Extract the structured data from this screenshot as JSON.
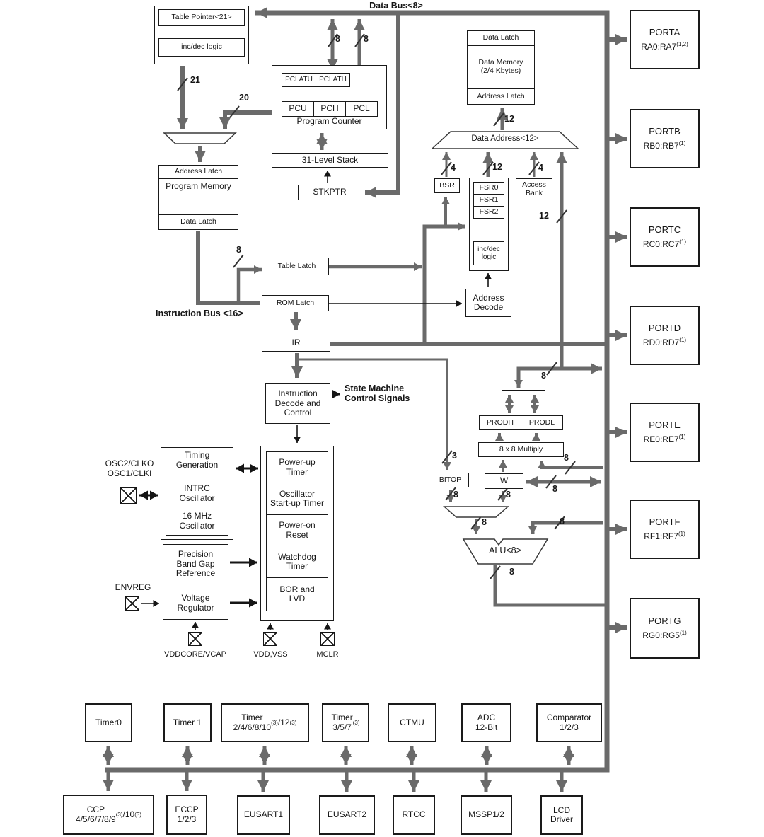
{
  "buses": {
    "data_bus": "Data Bus<8>",
    "instruction_bus": "Instruction Bus <16>"
  },
  "colors": {
    "wire_gray": "#6a6a6a",
    "line_black": "#151515"
  },
  "cpu": {
    "table_pointer": "Table Pointer<21>",
    "inc_dec_logic": "inc/dec logic",
    "pclatu": "PCLATU",
    "pclath": "PCLATH",
    "pcu": "PCU",
    "pch": "PCH",
    "pcl": "PCL",
    "program_counter": "Program Counter",
    "stack": "31-Level Stack",
    "stkptr": "STKPTR",
    "address_latch": "Address Latch",
    "program_memory": "Program Memory",
    "data_latch": "Data Latch",
    "table_latch": "Table Latch",
    "rom_latch": "ROM Latch",
    "ir": "IR",
    "instruction_decode": "Instruction\nDecode and\nControl",
    "state_machine": "State Machine\nControl Signals"
  },
  "data_memory": {
    "data_latch": "Data Latch",
    "memory": "Data Memory\n(2/4 Kbytes)",
    "address_latch": "Address Latch",
    "data_address": "Data Address<12>",
    "bsr": "BSR",
    "fsr0": "FSR0",
    "fsr1": "FSR1",
    "fsr2": "FSR2",
    "inc_dec_logic": "inc/dec\nlogic",
    "access_bank": "Access\nBank",
    "address_decode": "Address\nDecode"
  },
  "alu_block": {
    "prodh": "PRODH",
    "prodl": "PRODL",
    "multiply": "8 x 8 Multiply",
    "bitop": "BITOP",
    "w": "W",
    "alu": "ALU<8>"
  },
  "system": {
    "osc_pins": "OSC2/CLKO\nOSC1/CLKI",
    "timing_generation": "Timing\nGeneration",
    "intrc": "INTRC\nOscillator",
    "osc16": "16 MHz\nOscillator",
    "band_gap": "Precision\nBand Gap\nReference",
    "envreg": "ENVREG",
    "voltage_regulator": "Voltage\nRegulator",
    "power_up": "Power-up\nTimer",
    "ost": "Oscillator\nStart-up Timer",
    "por": "Power-on\nReset",
    "wdt": "Watchdog\nTimer",
    "bor": "BOR and\nLVD",
    "vddcore": "VDDCORE/VCAP",
    "vdd": "VDD,VSS",
    "mclr": "MCLR"
  },
  "ports": [
    {
      "name": "PORTA",
      "pins": "RA0:RA7^(1,2)"
    },
    {
      "name": "PORTB",
      "pins": "RB0:RB7^(1)"
    },
    {
      "name": "PORTC",
      "pins": "RC0:RC7^(1)"
    },
    {
      "name": "PORTD",
      "pins": "RD0:RD7^(1)"
    },
    {
      "name": "PORTE",
      "pins": "RE0:RE7^(1)"
    },
    {
      "name": "PORTF",
      "pins": "RF1:RF7^(1)"
    },
    {
      "name": "PORTG",
      "pins": "RG0:RG5^(1)"
    }
  ],
  "peripherals_top": [
    "Timer0",
    "Timer 1",
    "Timer\n2/4/6/8/10^(3)/12^(3)",
    "Timer\n3/5/7^(3)",
    "CTMU",
    "ADC\n12-Bit",
    "Comparator\n1/2/3"
  ],
  "peripherals_bottom": [
    "CCP\n4/5/6/7/8/9^(3)/10^(3)",
    "ECCP\n1/2/3",
    "EUSART1",
    "EUSART2",
    "RTCC",
    "MSSP1/2",
    "LCD\nDriver"
  ],
  "bus_widths": {
    "w1": "8",
    "w2": "8",
    "w3": "21",
    "w4": "20",
    "w5": "8",
    "w6": "12",
    "w7": "4",
    "w8": "12",
    "w9": "4",
    "w10": "12",
    "w11": "3",
    "w12": "8",
    "w13": "8",
    "w14": "8",
    "w15": "8",
    "w16": "8",
    "w17": "8",
    "w18": "8",
    "w19": "8"
  }
}
